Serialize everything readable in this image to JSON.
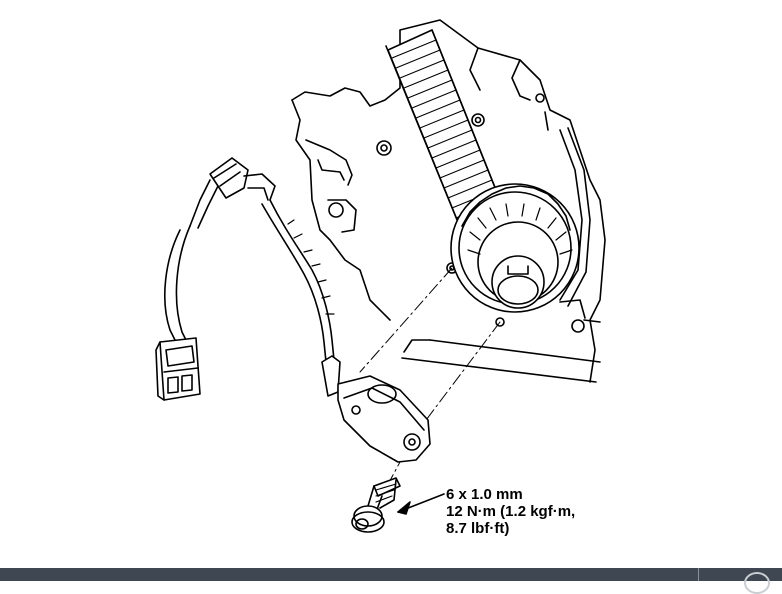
{
  "callout": {
    "line1": "6 x 1.0 mm",
    "line2": "12 N·m (1.2 kgf·m,",
    "line3": "8.7 lbf·ft)"
  },
  "colors": {
    "ink": "#000000",
    "background": "#ffffff",
    "bottom_bar": "#3f4852"
  },
  "icons": [
    "engine-block-illustration",
    "timing-belt",
    "crankshaft-pulley",
    "sensor-connector",
    "flange-bolt"
  ]
}
